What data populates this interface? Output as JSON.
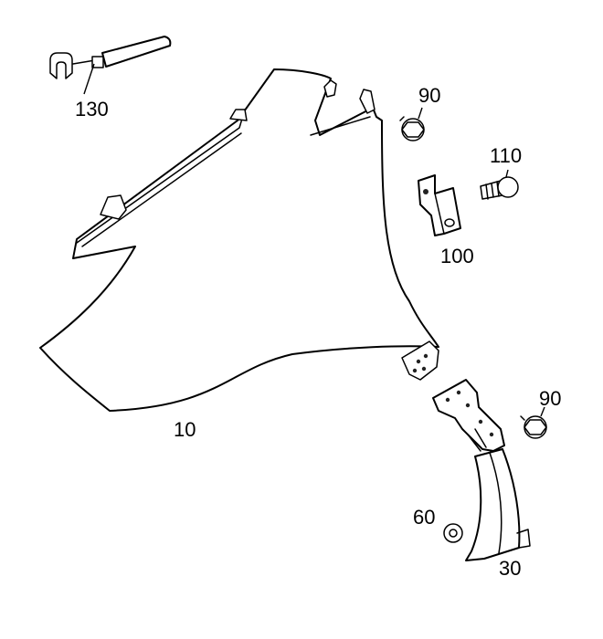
{
  "diagram": {
    "labels": {
      "fender": "10",
      "liner_bracket": "30",
      "washer": "60",
      "nut_top": "90",
      "nut_bottom": "90",
      "bracket": "100",
      "bolt": "110",
      "clip_seal": "130"
    }
  }
}
